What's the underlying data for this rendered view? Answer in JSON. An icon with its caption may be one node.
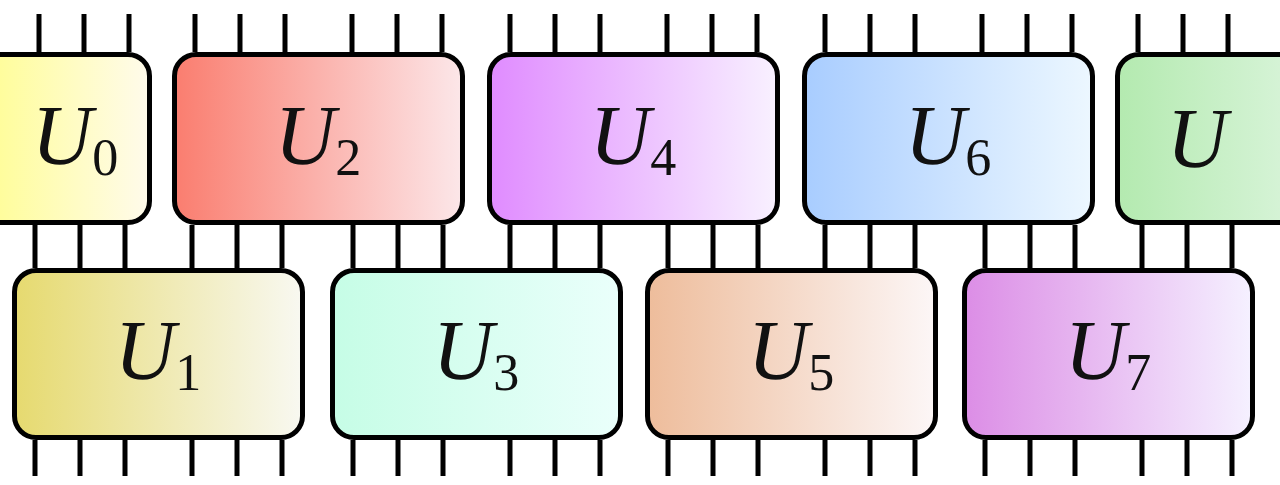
{
  "diagram": {
    "nodes": [
      {
        "text": [
          "U$_{0}$"
        ]
      },
      {
        "text": [
          "U$_{2}$"
        ]
      },
      {
        "text": [
          "U$_{4}$"
        ]
      },
      {
        "text": [
          "U$_{6}$"
        ]
      },
      {
        "text": [
          "U"
        ]
      },
      {
        "text": [
          "U$_{1}$"
        ]
      },
      {
        "text": [
          "U$_{3}$"
        ]
      },
      {
        "text": [
          "U$_{5}$"
        ]
      },
      {
        "text": [
          "U$_{7}$"
        ]
      }
    ],
    "edges": [
      {
        "from": null,
        "to": 0,
        "arrow": "none"
      },
      {
        "from": null,
        "to": 0,
        "arrow": "none"
      },
      {
        "from": null,
        "to": 0,
        "arrow": "none"
      },
      {
        "from": null,
        "to": 1,
        "arrow": "none"
      },
      {
        "from": null,
        "to": 1,
        "arrow": "none"
      },
      {
        "from": null,
        "to": 1,
        "arrow": "none"
      },
      {
        "from": null,
        "to": 1,
        "arrow": "none"
      },
      {
        "from": null,
        "to": 1,
        "arrow": "none"
      },
      {
        "from": null,
        "to": 1,
        "arrow": "none"
      },
      {
        "from": null,
        "to": 2,
        "arrow": "none"
      },
      {
        "from": null,
        "to": 2,
        "arrow": "none"
      },
      {
        "from": null,
        "to": 2,
        "arrow": "none"
      },
      {
        "from": null,
        "to": 2,
        "arrow": "none"
      },
      {
        "from": null,
        "to": 2,
        "arrow": "none"
      },
      {
        "from": null,
        "to": 2,
        "arrow": "none"
      },
      {
        "from": null,
        "to": 3,
        "arrow": "none"
      },
      {
        "from": null,
        "to": 3,
        "arrow": "none"
      },
      {
        "from": null,
        "to": 3,
        "arrow": "none"
      },
      {
        "from": null,
        "to": 3,
        "arrow": "none"
      },
      {
        "from": null,
        "to": 3,
        "arrow": "none"
      },
      {
        "from": null,
        "to": 3,
        "arrow": "none"
      },
      {
        "from": null,
        "to": 4,
        "arrow": "none"
      },
      {
        "from": null,
        "to": 4,
        "arrow": "none"
      },
      {
        "from": null,
        "to": 4,
        "arrow": "none"
      },
      {
        "from": 0,
        "to": 5,
        "arrow": "none"
      },
      {
        "from": 0,
        "to": 5,
        "arrow": "none"
      },
      {
        "from": 0,
        "to": 5,
        "arrow": "none"
      },
      {
        "from": 1,
        "to": 5,
        "arrow": "none"
      },
      {
        "from": 1,
        "to": 5,
        "arrow": "none"
      },
      {
        "from": 1,
        "to": 5,
        "arrow": "none"
      },
      {
        "from": 1,
        "to": 6,
        "arrow": "none"
      },
      {
        "from": 1,
        "to": 6,
        "arrow": "none"
      },
      {
        "from": 1,
        "to": 6,
        "arrow": "none"
      },
      {
        "from": 2,
        "to": 6,
        "arrow": "none"
      },
      {
        "from": 2,
        "to": 6,
        "arrow": "none"
      },
      {
        "from": 2,
        "to": 6,
        "arrow": "none"
      },
      {
        "from": 2,
        "to": 7,
        "arrow": "none"
      },
      {
        "from": 2,
        "to": 7,
        "arrow": "none"
      },
      {
        "from": 2,
        "to": 7,
        "arrow": "none"
      },
      {
        "from": 3,
        "to": 7,
        "arrow": "none"
      },
      {
        "from": 3,
        "to": 7,
        "arrow": "none"
      },
      {
        "from": 3,
        "to": 7,
        "arrow": "none"
      },
      {
        "from": 3,
        "to": 8,
        "arrow": "none"
      },
      {
        "from": 3,
        "to": 8,
        "arrow": "none"
      },
      {
        "from": 3,
        "to": 8,
        "arrow": "none"
      },
      {
        "from": 4,
        "to": 8,
        "arrow": "none"
      },
      {
        "from": 4,
        "to": 8,
        "arrow": "none"
      },
      {
        "from": 4,
        "to": 8,
        "arrow": "none"
      },
      {
        "from": 5,
        "to": null,
        "arrow": "none"
      },
      {
        "from": 5,
        "to": null,
        "arrow": "none"
      },
      {
        "from": 5,
        "to": null,
        "arrow": "none"
      },
      {
        "from": 5,
        "to": null,
        "arrow": "none"
      },
      {
        "from": 5,
        "to": null,
        "arrow": "none"
      },
      {
        "from": 5,
        "to": null,
        "arrow": "none"
      },
      {
        "from": 6,
        "to": null,
        "arrow": "none"
      },
      {
        "from": 6,
        "to": null,
        "arrow": "none"
      },
      {
        "from": 6,
        "to": null,
        "arrow": "none"
      },
      {
        "from": 6,
        "to": null,
        "arrow": "none"
      },
      {
        "from": 6,
        "to": null,
        "arrow": "none"
      },
      {
        "from": 6,
        "to": null,
        "arrow": "none"
      },
      {
        "from": 7,
        "to": null,
        "arrow": "none"
      },
      {
        "from": 7,
        "to": null,
        "arrow": "none"
      },
      {
        "from": 7,
        "to": null,
        "arrow": "none"
      },
      {
        "from": 7,
        "to": null,
        "arrow": "none"
      },
      {
        "from": 7,
        "to": null,
        "arrow": "none"
      },
      {
        "from": 7,
        "to": null,
        "arrow": "none"
      },
      {
        "from": 8,
        "to": null,
        "arrow": "none"
      },
      {
        "from": 8,
        "to": null,
        "arrow": "none"
      },
      {
        "from": 8,
        "to": null,
        "arrow": "none"
      },
      {
        "from": 8,
        "to": null,
        "arrow": "none"
      },
      {
        "from": 8,
        "to": null,
        "arrow": "none"
      },
      {
        "from": 8,
        "to": null,
        "arrow": "none"
      }
    ]
  }
}
